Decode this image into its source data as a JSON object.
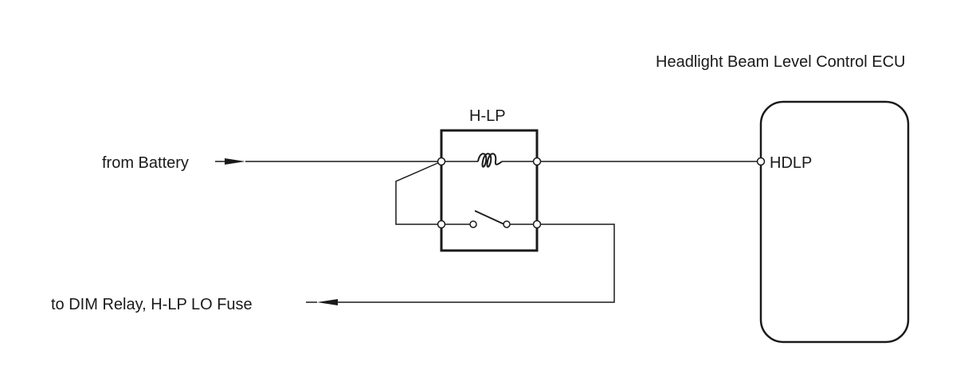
{
  "diagram": {
    "ecu_title": "Headlight Beam Level Control ECU",
    "relay_label": "H-LP",
    "from_label": "from Battery",
    "to_label": "to DIM Relay, H-LP LO Fuse",
    "terminal_label": "HDLP"
  }
}
